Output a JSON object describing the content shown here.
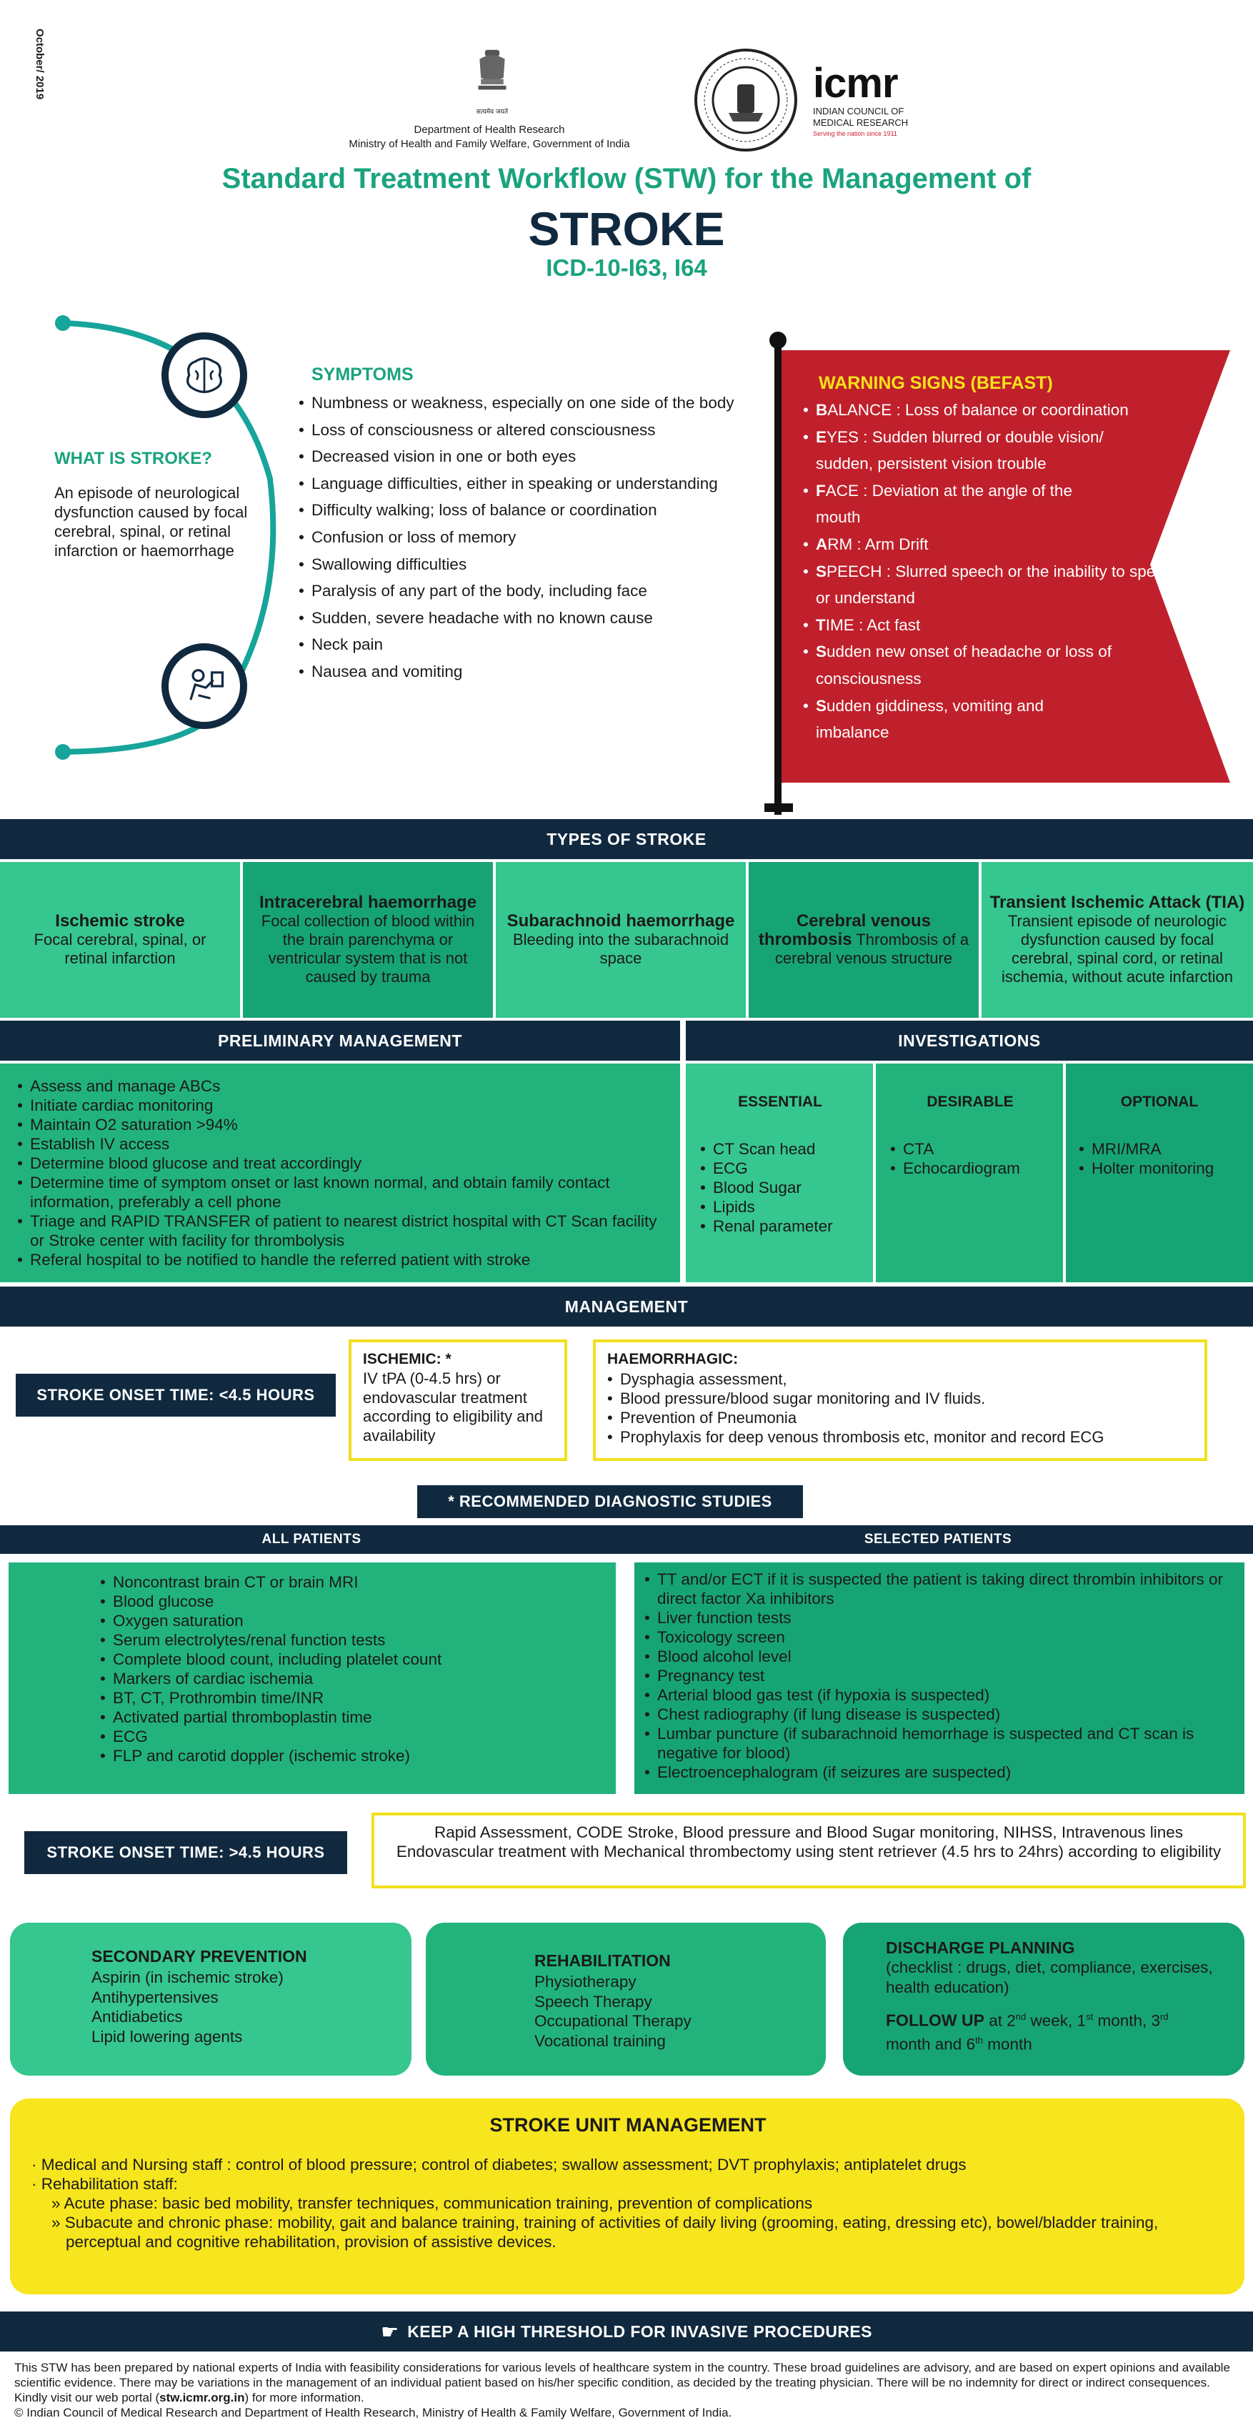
{
  "side_date": "October/ 2019",
  "header": {
    "dept_line1": "Department of Health Research",
    "dept_line2": "Ministry of Health and Family Welfare, Government of India",
    "emblem_caption": "सत्यमेव जयते",
    "icmr_logo": "icmr",
    "icmr_name1": "INDIAN COUNCIL OF",
    "icmr_name2": "MEDICAL RESEARCH",
    "icmr_tagline": "Serving the nation since 1911",
    "title": "Standard Treatment Workflow (STW) for the Management of",
    "main": "STROKE",
    "icd": "ICD-10-I63, I64"
  },
  "what": {
    "heading": "WHAT IS STROKE?",
    "text": "An episode of neurological dysfunction caused by focal cerebral, spinal, or retinal infarction or haemorrhage"
  },
  "symptoms": {
    "heading": "SYMPTOMS",
    "items": [
      "Numbness or weakness, especially on one side of the body",
      "Loss of consciousness or altered consciousness",
      "Decreased vision in one or both eyes",
      "Language difficulties, either in speaking or understanding",
      "Difficulty walking; loss of balance or coordination",
      "Confusion or loss of memory",
      "Swallowing difficulties",
      "Paralysis of any part of the body, including face",
      "Sudden, severe headache with no known cause",
      "Neck pain",
      "Nausea and vomiting"
    ]
  },
  "warning": {
    "heading": "WARNING SIGNS (BEFAST)",
    "items": [
      {
        "b": "B",
        "t": "ALANCE : Loss of balance or coordination"
      },
      {
        "b": "E",
        "t": "YES : Sudden blurred or double vision/ sudden, persistent vision trouble"
      },
      {
        "b": "F",
        "t": "ACE : Deviation at the angle of the mouth"
      },
      {
        "b": "A",
        "t": "RM : Arm Drift"
      },
      {
        "b": "S",
        "t": "PEECH : Slurred speech or the inability to speak or understand"
      },
      {
        "b": "T",
        "t": "IME : Act fast"
      },
      {
        "b": "S",
        "t": "udden new onset of headache or loss of consciousness"
      },
      {
        "b": "S",
        "t": "udden giddiness, vomiting and imbalance"
      }
    ]
  },
  "types": {
    "heading": "TYPES OF STROKE",
    "t1_title": "Ischemic stroke",
    "t1_text": "Focal cerebral, spinal, or retinal infarction",
    "t2_title": "Intracerebral haemorrhage",
    "t2_text": "Focal collection of blood within the brain parenchyma or ventricular system that is not caused by trauma",
    "t3_title": "Subarachnoid haemorrhage",
    "t3_text": "Bleeding into the subarachnoid space",
    "t4_title": "Cerebral venous thrombosis",
    "t4_text": "Thrombosis of a cerebral venous structure",
    "t5_title": "Transient Ischemic Attack (TIA)",
    "t5_text": "Transient episode of neurologic dysfunction caused by focal cerebral, spinal cord, or retinal ischemia, without acute infarction"
  },
  "prelim": {
    "heading": "PRELIMINARY MANAGEMENT",
    "items": [
      "Assess and manage ABCs",
      "Initiate cardiac monitoring",
      "Maintain O2 saturation >94%",
      "Establish IV access",
      "Determine blood glucose and treat accordingly",
      "Determine time of symptom onset or last known normal, and obtain family contact information, preferably a cell phone",
      "Triage and RAPID TRANSFER of patient to nearest district hospital with CT Scan facility or Stroke center with facility for thrombolysis",
      "Referal hospital to be notified to handle the referred patient with stroke"
    ]
  },
  "investigations": {
    "heading": "INVESTIGATIONS",
    "essential_heading": "ESSENTIAL",
    "essential": [
      "CT Scan head",
      "ECG",
      "Blood Sugar",
      "Lipids",
      "Renal parameter"
    ],
    "desirable_heading": "DESIRABLE",
    "desirable": [
      "CTA",
      "Echocardiogram"
    ],
    "optional_heading": "OPTIONAL",
    "optional": [
      "MRI/MRA",
      "Holter monitoring"
    ]
  },
  "management": {
    "heading": "MANAGEMENT",
    "onset1": "STROKE ONSET TIME: <4.5 HOURS",
    "ischemic_heading": "ISCHEMIC: *",
    "ischemic_text": "IV tPA (0-4.5 hrs) or endovascular treatment according to eligibility and availability",
    "haem_heading": "HAEMORRHAGIC:",
    "haem_items": [
      "Dysphagia assessment,",
      "Blood pressure/blood sugar monitoring and IV fluids.",
      "Prevention of Pneumonia",
      "Prophylaxis for deep venous thrombosis etc, monitor and record  ECG"
    ],
    "rec_heading": "* RECOMMENDED DIAGNOSTIC STUDIES",
    "all_heading": "ALL PATIENTS",
    "all_items": [
      "Noncontrast brain CT or brain MRI",
      "Blood glucose",
      "Oxygen saturation",
      "Serum electrolytes/renal function tests",
      "Complete blood count, including platelet count",
      "Markers of cardiac ischemia",
      "BT, CT, Prothrombin time/INR",
      "Activated partial thromboplastin time",
      "ECG",
      "FLP and carotid doppler (ischemic stroke)"
    ],
    "sel_heading": "SELECTED PATIENTS",
    "sel_items": [
      "TT and/or ECT if it is suspected the patient is taking direct thrombin inhibitors or direct factor Xa inhibitors",
      "Liver function tests",
      "Toxicology screen",
      "Blood alcohol level",
      "Pregnancy test",
      "Arterial blood gas test (if hypoxia is suspected)",
      "Chest radiography (if lung disease is suspected)",
      "Lumbar puncture (if subarachnoid hemorrhage is suspected and CT scan is negative for blood)",
      "Electroencephalogram (if seizures are suspected)"
    ],
    "onset2": "STROKE ONSET TIME: >4.5 HOURS",
    "onset2_line1": "Rapid Assessment, CODE Stroke, Blood pressure and Blood Sugar monitoring, NIHSS, Intravenous lines",
    "onset2_line2": "Endovascular treatment with Mechanical thrombectomy using stent retriever (4.5 hrs to 24hrs) according to eligibility"
  },
  "secondary": {
    "heading": "SECONDARY PREVENTION",
    "items": [
      "Aspirin (in ischemic stroke)",
      "Antihypertensives",
      "Antidiabetics",
      "Lipid lowering agents"
    ]
  },
  "rehab": {
    "heading": "REHABILITATION",
    "items": [
      "Physiotherapy",
      "Speech Therapy",
      "Occupational Therapy",
      "Vocational training"
    ]
  },
  "discharge": {
    "heading": "DISCHARGE PLANNING",
    "text": "(checklist : drugs, diet, compliance, exercises, health education)",
    "follow_heading": "FOLLOW UP",
    "follow_at": "at 2",
    "sup_nd": "nd",
    "follow_week": "week, 1",
    "sup_st": "st",
    "follow_month": "month, 3",
    "sup_rd": "rd",
    "follow_and": "month and 6",
    "sup_th": "th",
    "follow_end": "month"
  },
  "stroke_unit": {
    "heading": "STROKE UNIT MANAGEMENT",
    "line1": "Medical and Nursing staff : control of blood pressure; control of diabetes; swallow assessment; DVT prophylaxis; antiplatelet drugs",
    "line2": "Rehabilitation staff:",
    "sub1": "Acute phase: basic bed mobility, transfer techniques, communication training, prevention of complications",
    "sub2": "Subacute and chronic phase: mobility, gait and balance training, training of activities of daily living (grooming, eating, dressing etc), bowel/bladder training, perceptual and cognitive rehabilitation, provision of assistive devices."
  },
  "threshold": "KEEP A HIGH THRESHOLD FOR INVASIVE PROCEDURES",
  "footer": {
    "text1": "This STW has been prepared by national experts of India with feasibility considerations for various levels of healthcare system in the country. These broad guidelines are advisory, and are based on expert opinions and available scientific evidence. There may be variations in the management of an individual patient based on his/her specific condition, as decided by the treating physician. There will be no indemnity for direct or indirect consequences. Kindly visit our web portal (",
    "url": "stw.icmr.org.in",
    "text2": ") for more information.",
    "copyright": "© Indian Council of Medical Research and Department of Health Research, Ministry of Health & Family Welfare, Government of India."
  }
}
